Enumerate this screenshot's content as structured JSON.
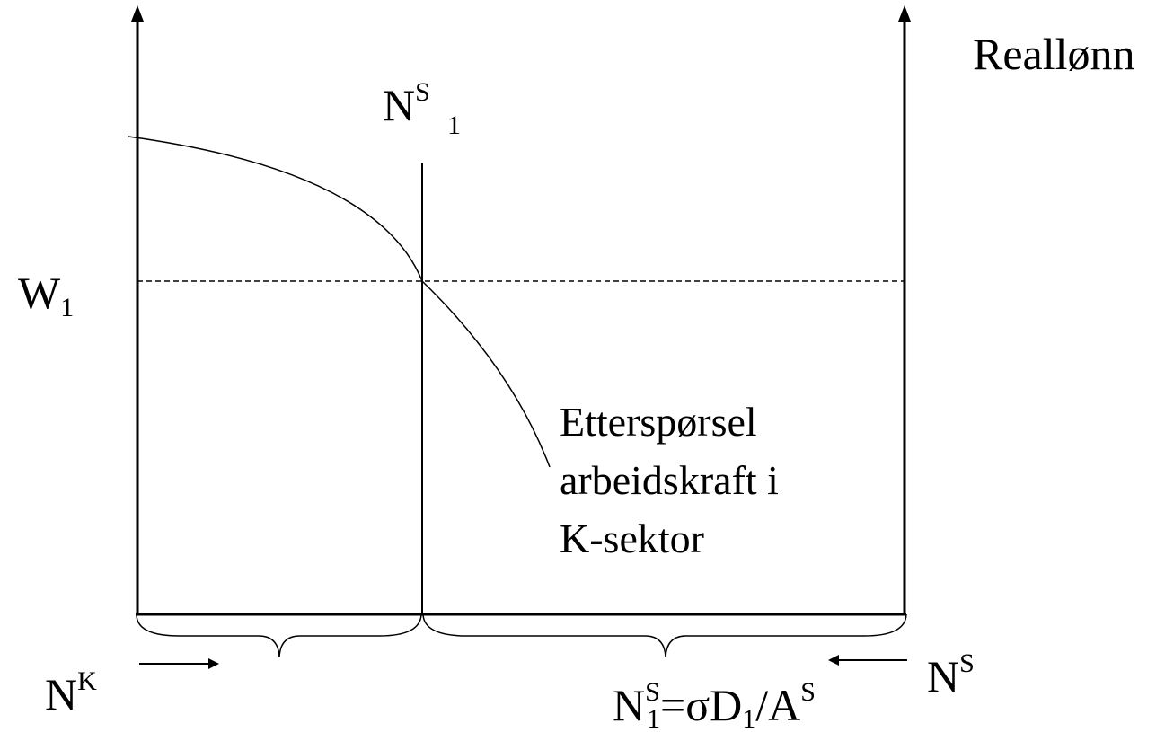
{
  "labels": {
    "axis_right_title": "Reallønn",
    "supply_line_top": {
      "main": "N",
      "sup": "S",
      "sub": "1"
    },
    "wage_level": {
      "main": "W",
      "sub": "1"
    },
    "demand_curve": {
      "line1": "Etterspørsel",
      "line2": "arbeidskraft i",
      "line3": "K-sektor"
    },
    "left_origin": {
      "main": "N",
      "sup": "K"
    },
    "right_origin": {
      "main": "N",
      "sup": "S"
    },
    "bottom_formula": {
      "n": "N",
      "n_sup": "S",
      "n_sub": "1",
      "eq": "=σD",
      "d_sub": "1",
      "slash": "/A",
      "a_sup": "S"
    }
  },
  "colors": {
    "ink": "#000000",
    "background": "#ffffff"
  }
}
